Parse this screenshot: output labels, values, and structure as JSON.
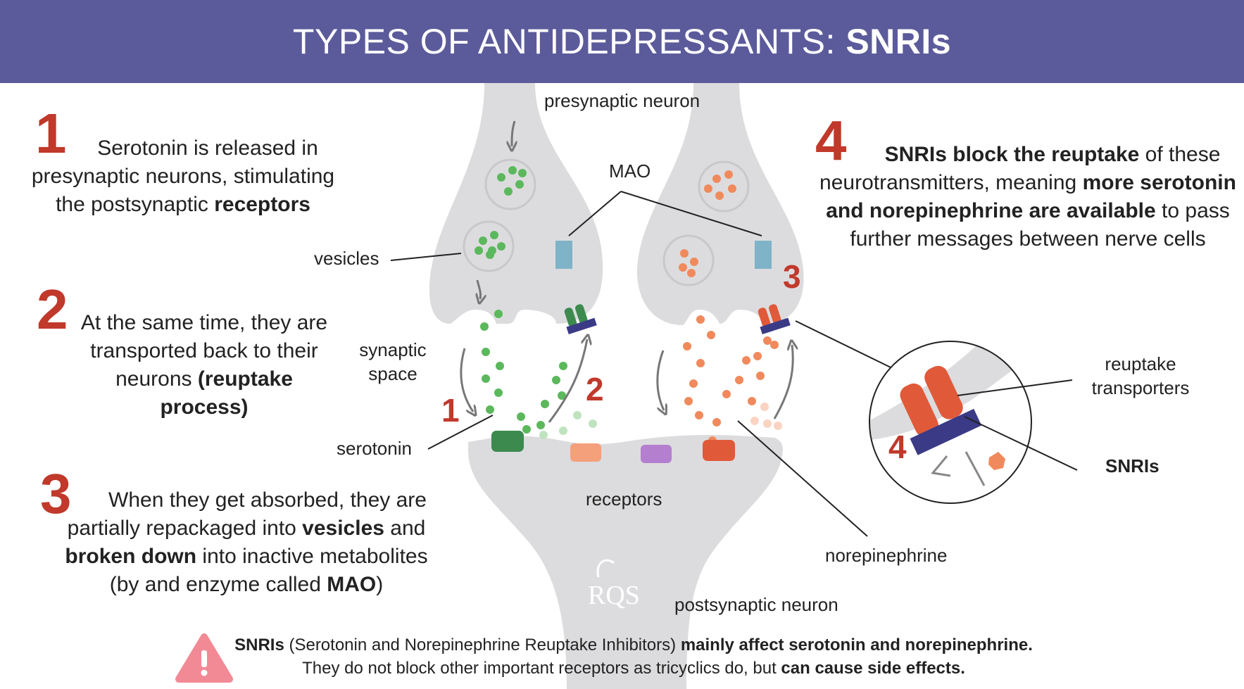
{
  "header": {
    "title_prefix": "TYPES OF ANTIDEPRESSANTS: ",
    "title_bold": "SNRIs"
  },
  "steps": [
    {
      "number": "1",
      "lines": [
        [
          "Serotonin is released in"
        ],
        [
          "presynaptic neurons, stimulating"
        ],
        [
          "the postsynaptic ",
          "receptors"
        ]
      ]
    },
    {
      "number": "2",
      "lines": [
        [
          "At the same time, they are"
        ],
        [
          "transported back to their"
        ],
        [
          "neurons ",
          "(reuptake process)"
        ]
      ]
    },
    {
      "number": "3",
      "lines": [
        [
          "When they get absorbed, they are"
        ],
        [
          "partially repackaged into ",
          "vesicles",
          " and"
        ],
        [
          "",
          "broken down",
          " into inactive metabolites"
        ],
        [
          "(by and enzyme called ",
          "MAO",
          ")"
        ]
      ]
    },
    {
      "number": "4",
      "lines": [
        [
          "",
          "SNRIs block the reuptake",
          " of these"
        ],
        [
          "neurotransmitters, meaning ",
          "more serotonin"
        ],
        [
          "",
          "and norepinephrine are available",
          " to pass"
        ],
        [
          "further messages between nerve cells"
        ]
      ]
    }
  ],
  "labels": {
    "presynaptic": "presynaptic neuron",
    "mao": "MAO",
    "vesicles": "vesicles",
    "synaptic_1": "synaptic",
    "synaptic_2": "space",
    "serotonin": "serotonin",
    "receptors": "receptors",
    "norepinephrine": "norepinephrine",
    "postsynaptic": "postsynaptic neuron",
    "reuptake_1": "reuptake",
    "reuptake_2": "transporters",
    "snris": "SNRIs",
    "logo": "RQS"
  },
  "scene_numbers": {
    "left_1": "1",
    "left_2": "2",
    "right_3": "3",
    "zoom_4": "4"
  },
  "footer": {
    "line1": [
      "SNRIs",
      " (Serotonin and Norepinephrine Reuptake Inhibitors) ",
      "mainly affect serotonin and norepinephrine."
    ],
    "line2": [
      "They do not block other important receptors as tricyclics do, but ",
      "can cause side effects."
    ]
  },
  "colors": {
    "header": "#5b5b9b",
    "neuron": "#dcdcde",
    "serotonin": "#5cb85c",
    "norepinephrine": "#f08a5d",
    "mao": "#7fb3c8",
    "transporter_green": "#3d8a4f",
    "transporter_red": "#e05a3a",
    "snri": "#3a3a86",
    "number_red": "#c0392b",
    "receptor_purple": "#b57fd0",
    "warning": "#f28a96"
  }
}
